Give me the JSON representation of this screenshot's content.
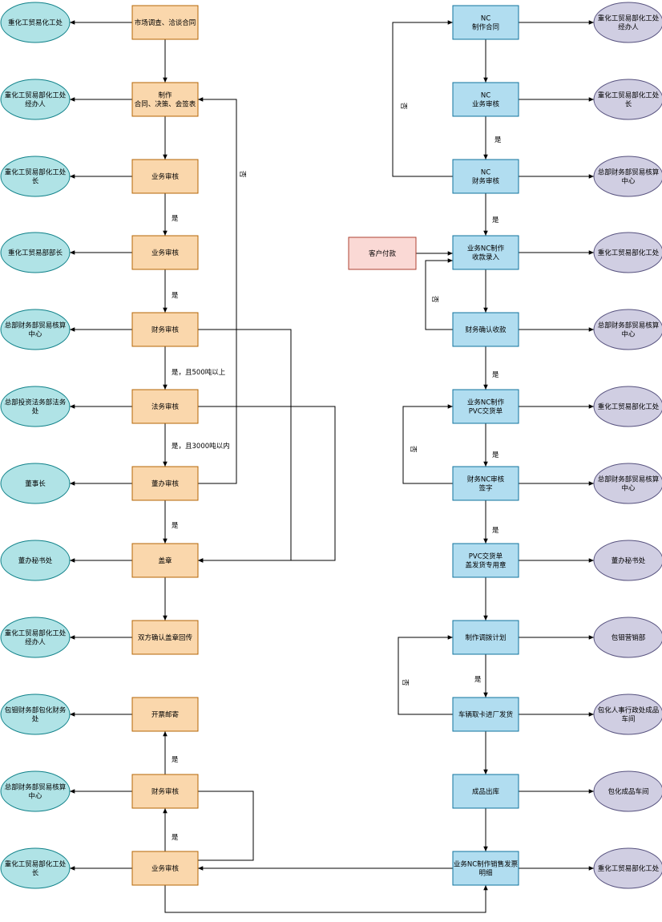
{
  "colors": {
    "orange_fill": "#fad7ac",
    "orange_stroke": "#b46504",
    "blue_fill": "#b1ddf0",
    "blue_stroke": "#10739e",
    "pink_fill": "#fad9d5",
    "pink_stroke": "#ae4132",
    "teal_fill": "#b0e3e6",
    "teal_stroke": "#0e8088",
    "purple_fill": "#d0cee2",
    "purple_stroke": "#56517e",
    "line": "#000000"
  },
  "left_steps": [
    {
      "id": "L1",
      "text": "市场调查、洽谈合同"
    },
    {
      "id": "L2",
      "text": "制作\n合同、决策、会签表"
    },
    {
      "id": "L3",
      "text": "业务审核"
    },
    {
      "id": "L4",
      "text": "业务审核"
    },
    {
      "id": "L5",
      "text": "财务审核"
    },
    {
      "id": "L6",
      "text": "法务审核"
    },
    {
      "id": "L7",
      "text": "董办审核"
    },
    {
      "id": "L8",
      "text": "盖章"
    },
    {
      "id": "L9",
      "text": "双方确认盖章回传"
    },
    {
      "id": "L10",
      "text": "开票邮寄"
    },
    {
      "id": "L11",
      "text": "财务审核"
    },
    {
      "id": "L12",
      "text": "业务审核"
    }
  ],
  "left_roles": [
    {
      "id": "LR1",
      "text": "重化工贸易化工处"
    },
    {
      "id": "LR2",
      "text": "重化工贸易部化工处\n经办人"
    },
    {
      "id": "LR3",
      "text": "重化工贸易部化工处\n长"
    },
    {
      "id": "LR4",
      "text": "重化工贸易部部长"
    },
    {
      "id": "LR5",
      "text": "总部财务部贸易核算\n中心"
    },
    {
      "id": "LR6",
      "text": "总部投资法务部法务\n处"
    },
    {
      "id": "LR7",
      "text": "董事长"
    },
    {
      "id": "LR8",
      "text": "董办秘书处"
    },
    {
      "id": "LR9",
      "text": "重化工贸易部化工处\n经办人"
    },
    {
      "id": "LR10",
      "text": "包钼财务部包化财务\n处"
    },
    {
      "id": "LR11",
      "text": "总部财务部贸易核算\n中心"
    },
    {
      "id": "LR12",
      "text": "重化工贸易部化工处\n长"
    }
  ],
  "right_steps": [
    {
      "id": "R1",
      "text": "NC\n制作合同"
    },
    {
      "id": "R2",
      "text": "NC\n业务审核"
    },
    {
      "id": "R3",
      "text": "NC\n财务审核"
    },
    {
      "id": "R4",
      "text": "业务NC制作\n收款录入"
    },
    {
      "id": "R5",
      "text": "财务确认收款"
    },
    {
      "id": "R6",
      "text": "业务NC制作\nPVC交货单"
    },
    {
      "id": "R7",
      "text": "财务NC审核\n签字"
    },
    {
      "id": "R8",
      "text": "PVC交货单\n盖发货专用章"
    },
    {
      "id": "R9",
      "text": "制作调拨计划"
    },
    {
      "id": "R10",
      "text": "车辆取卡进厂发货"
    },
    {
      "id": "R11",
      "text": "成品出库"
    },
    {
      "id": "R12",
      "text": "业务NC制作销售发票\n明细"
    }
  ],
  "right_roles": [
    {
      "id": "RR1",
      "text": "重化工贸易部化工处\n经办人"
    },
    {
      "id": "RR2",
      "text": "重化工贸易部化工处\n长"
    },
    {
      "id": "RR3",
      "text": "总部财务部贸易核算\n中心"
    },
    {
      "id": "RR4",
      "text": "重化工贸易部化工处"
    },
    {
      "id": "RR5",
      "text": "总部财务部贸易核算\n中心"
    },
    {
      "id": "RR6",
      "text": "重化工贸易部化工处"
    },
    {
      "id": "RR7",
      "text": "总部财务部贸易核算\n中心"
    },
    {
      "id": "RR8",
      "text": "董办秘书处"
    },
    {
      "id": "RR9",
      "text": "包钼营销部"
    },
    {
      "id": "RR10",
      "text": "包化人事行政处成品\n车间"
    },
    {
      "id": "RR11",
      "text": "包化成品车间"
    },
    {
      "id": "RR12",
      "text": "重化工贸易部化工处"
    }
  ],
  "customer": {
    "id": "CUST",
    "text": "客户付款"
  },
  "edge_labels": {
    "yes": "是",
    "no": "否",
    "yes_500": "是，且500吨以上",
    "yes_3000": "是，且3000吨以内",
    "yes_alt": "是"
  }
}
